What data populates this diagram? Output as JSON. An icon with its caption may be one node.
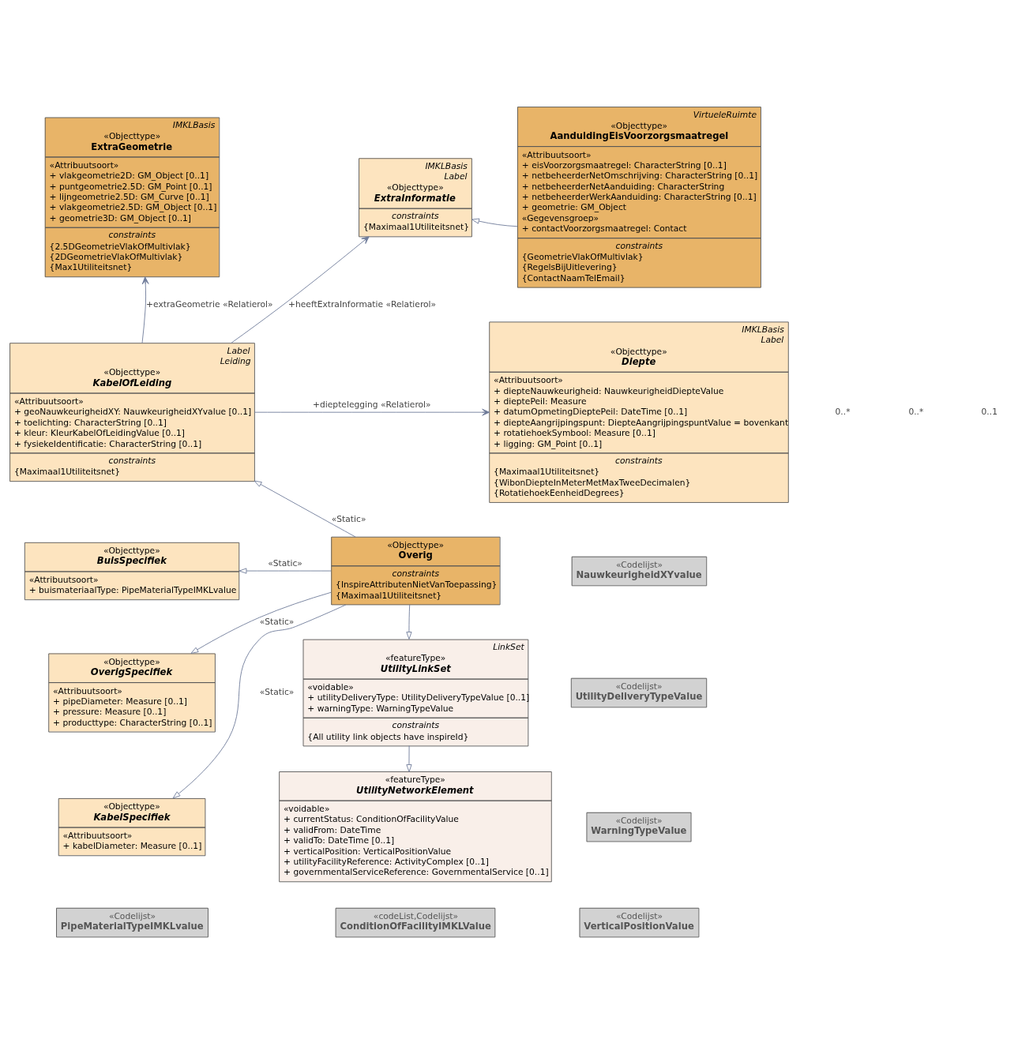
{
  "diagram": {
    "nodes": [
      {
        "text": [
          "IMKLBasis",
          "«Objecttype»",
          "ExtraGeometrie",
          "«Attribuutsoort»",
          "+ vlakgeometrie2D: GM_Object [0..1]",
          "+ puntgeometrie2.5D: GM_Point [0..1]",
          "+ lijngeometrie2.5D: GM_Curve [0..1]",
          "+ vlakgeometrie2.5D: GM_Object [0..1]",
          "+ geometrie3D: GM_Object [0..1]",
          "constraints",
          "{2.5DGeometrieVlakOfMultivlak}",
          "{2DGeometrieVlakOfMultivlak}",
          "{Max1Utiliteitsnet}"
        ]
      },
      {
        "text": [
          "IMKLBasis",
          "Label",
          "«Objecttype»",
          "ExtraInformatie",
          "constraints",
          "{Maximaal1Utiliteitsnet}"
        ]
      },
      {
        "text": [
          "VirtueleRuimte",
          "«Objecttype»",
          "AanduidingEisVoorzorgsmaatregel",
          "«Attribuutsoort»",
          "+ eisVoorzorgsmaatregel: CharacterString [0..1]",
          "+ netbeheerderNetOmschrijving: CharacterString [0..1]",
          "+ netbeheerderNetAanduiding: CharacterString",
          "+ netbeheerderWerkAanduiding: CharacterString [0..1]",
          "+ geometrie: GM_Object",
          "«Gegevensgroep»",
          "+ contactVoorzorgsmaatregel: Contact",
          "constraints",
          "{GeometrieVlakOfMultivlak}",
          "{RegelsBijUitlevering}",
          "{ContactNaamTelEmail}"
        ]
      },
      {
        "text": [
          "IMKLBasis",
          "Label",
          "«Objecttype»",
          "Diepte",
          "«Attribuutsoort»",
          "+ diepteNauwkeurigheid: NauwkeurigheidDiepteValue",
          "+ dieptePeil: Measure",
          "+ datumOpmetingDieptePeil: DateTime [0..1]",
          "+ diepteAangrijpingspunt: DiepteAangrijpingspuntValue = bovenkant",
          "+ rotatiehoekSymbool: Measure [0..1]",
          "+ ligging: GM_Point [0..1]",
          "constraints",
          "{Maximaal1Utiliteitsnet}",
          "{WibonDiepteInMeterMetMaxTweeDecimalen}",
          "{RotatiehoekEenheidDegrees}"
        ]
      },
      {
        "text": [
          "Label",
          "Leiding",
          "«Objecttype»",
          "KabelOfLeiding",
          "«Attribuutsoort»",
          "+ geoNauwkeurigheidXY: NauwkeurigheidXYvalue [0..1]",
          "+ toelichting: CharacterString [0..1]",
          "+ kleur: KleurKabelOfLeidingValue [0..1]",
          "+ fysiekeIdentificatie: CharacterString [0..1]",
          "constraints",
          "{Maximaal1Utiliteitsnet}"
        ]
      },
      {
        "text": [
          "«Codelijst»",
          "NauwkeurigheidXYvalue"
        ]
      },
      {
        "text": [
          "«Objecttype»",
          "BuisSpecifiek",
          "«Attribuutsoort»",
          "+ buismateriaalType: PipeMaterialTypeIMKLvalue"
        ]
      },
      {
        "text": [
          "«Objecttype»",
          "Overig",
          "constraints",
          "{InspireAttributenNietVanToepassing}",
          "{Maximaal1Utiliteitsnet}"
        ]
      },
      {
        "text": [
          "«Objecttype»",
          "OverigSpecifiek",
          "«Attribuutsoort»",
          "+ pipeDiameter: Measure [0..1]",
          "+ pressure: Measure [0..1]",
          "+ producttype: CharacterString [0..1]"
        ]
      },
      {
        "text": [
          "«Codelijst»",
          "UtilityDeliveryTypeValue"
        ]
      },
      {
        "text": [
          "«Codelijst»",
          "WarningTypeValue"
        ]
      },
      {
        "text": [
          "«Objecttype»",
          "KabelSpecifiek",
          "«Attribuutsoort»",
          "+ kabelDiameter: Measure [0..1]"
        ]
      },
      {
        "text": [
          "LinkSet",
          "«featureType»",
          "UtilityLinkSet",
          "«voidable»",
          "+ utilityDeliveryType: UtilityDeliveryTypeValue [0..1]",
          "+ warningType: WarningTypeValue",
          "constraints",
          "{All utility link objects have inspireId}"
        ]
      },
      {
        "text": [
          "«Codelijst»",
          "PipeMaterialTypeIMKLvalue"
        ]
      },
      {
        "text": [
          "«codeList,Codelijst»",
          "ConditionOfFacilityIMKLValue"
        ]
      },
      {
        "text": [
          "«featureType»",
          "UtilityNetworkElement",
          "«voidable»",
          "+ currentStatus: ConditionOfFacilityValue",
          "+ validFrom: DateTime",
          "+ validTo: DateTime [0..1]",
          "+ verticalPosition: VerticalPositionValue",
          "+ utilityFacilityReference: ActivityComplex [0..1]",
          "+ governmentalServiceReference: GovernmentalService [0..1]"
        ]
      },
      {
        "text": [
          "«Codelijst»",
          "VerticalPositionValue"
        ]
      }
    ],
    "edges": [
      {
        "from": 4,
        "to": 0,
        "arrow": "to",
        "label": "+extraGeometrie «Relatierol»"
      },
      {
        "from": 4,
        "to": 1,
        "arrow": "to",
        "label": "+heeftExtraInformatie «Relatierol»"
      },
      {
        "from": 2,
        "to": 1,
        "arrow": "to"
      },
      {
        "from": 4,
        "to": 3,
        "arrow": "to",
        "label": "+dieptelegging «Relatierol»"
      },
      {
        "from": 7,
        "to": 4,
        "arrow": "to",
        "label": "«Static»"
      },
      {
        "from": 7,
        "to": 6,
        "arrow": "to",
        "label": "«Static»"
      },
      {
        "from": 7,
        "to": 8,
        "arrow": "to",
        "label": "«Static»"
      },
      {
        "from": 7,
        "to": 11,
        "arrow": "to",
        "label": "«Static»"
      },
      {
        "from": 7,
        "to": 12,
        "arrow": "to"
      },
      {
        "from": 12,
        "to": 15,
        "arrow": "to"
      }
    ],
    "labels": [
      "0..1",
      "0..*",
      "0..*"
    ]
  }
}
